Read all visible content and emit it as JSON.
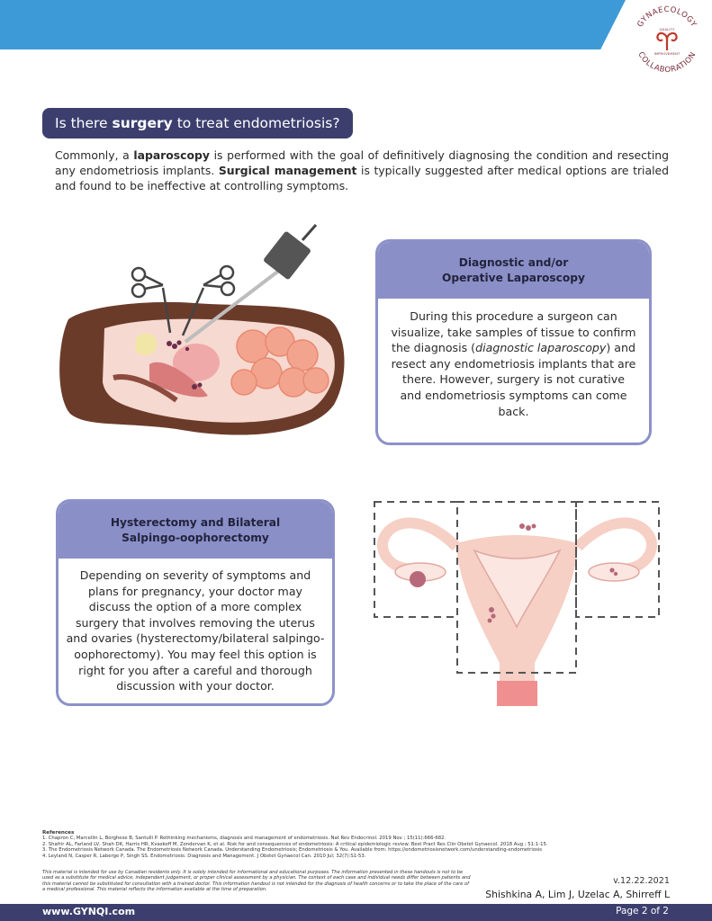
{
  "header": {
    "logo": {
      "top_text": "GYNAECOLOGY",
      "middle_top": "QUALITY",
      "middle_bottom": "IMPROVEMENT",
      "bottom_text": "COLLABORATION",
      "color": "#7a2a38"
    },
    "bar_color": "#3d9ad6"
  },
  "question": {
    "prefix": "Is there ",
    "bold": "surgery",
    "suffix": " to treat endometriosis?"
  },
  "intro": {
    "part1": "Commonly, a ",
    "bold1": "laparoscopy",
    "part2": " is performed with the goal of definitively diagnosing the condition and resecting any endometriosis implants. ",
    "bold2": "Surgical management",
    "part3": " is typically suggested after medical options are trialed and found to be ineffective at controlling symptoms."
  },
  "card_laparoscopy": {
    "title_line1": "Diagnostic and/or",
    "title_line2": "Operative Laparoscopy",
    "body_part1": "During this procedure a surgeon can visualize, take samples of tissue to confirm the diagnosis (",
    "body_italic": "diagnostic laparoscopy",
    "body_part2": ") and resect any endometriosis implants that are there. However, surgery is not curative and endometriosis symptoms can come back."
  },
  "card_hysterectomy": {
    "title_line1": "Hysterectomy and Bilateral",
    "title_line2": "Salpingo-oophorectomy",
    "body": "Depending on severity of symptoms and plans for pregnancy, your doctor may discuss the option of a more complex surgery that involves removing the uterus and ovaries (hysterectomy/bilateral salpingo-oophorectomy). You may feel this option is right for you after a careful and thorough discussion with your doctor."
  },
  "references": {
    "title": "References",
    "items": [
      "1. Chapron C, Marcellin L, Borghese B, Santulli P. Rethinking mechanisms, diagnosis and management of endometriosis. Nat Rev Endocrinol. 2019 Nov ; 15(11):666-682.",
      "2. Shafrir AL, Farland LV, Shah DK, Harris HR, Kvaskoff M, Zondervan K, et al. Risk for and consequences of endometriosis: A critical epidemiologic review. Best Pract Res Clin Obstet Gynaecol. 2018 Aug ; 51:1-15.",
      "3. The Endometriosis Network Canada. The Endometriosis Network Canada. Understanding Endometriosis; Endometriosis & You. Available from: https://endometriosisnetwork.com/understanding-endometriosis",
      "4. Leyland N, Casper R, Laberge P, Singh SS. Endometriosis: Diagnosis and Management. J Obstet Gynaecol Can. 2010 Jul; 32(7):S1-53."
    ]
  },
  "disclaimer": "This material is intended for use by Canadian residents only. It is solely intended for informational and educational purposes. The information presented in these handouts is not to be used as a substitute for medical advice, independent judgement, or proper clinical assessment by a physician. The context of each case and individual needs differ between patients and this material cannot be substituted for consultation with a trained doctor. This information handout is not intended for the diagnosis of health concerns or to take the place of the care of a medical professional. This material reflects the information available at the time of preparation.",
  "version": "v.12.22.2021",
  "authors": "Shishkina A, Lim J, Uzelac A, Shirreff L",
  "footer": {
    "site": "www.GYNQI.com",
    "page": "Page 2 of 2"
  }
}
